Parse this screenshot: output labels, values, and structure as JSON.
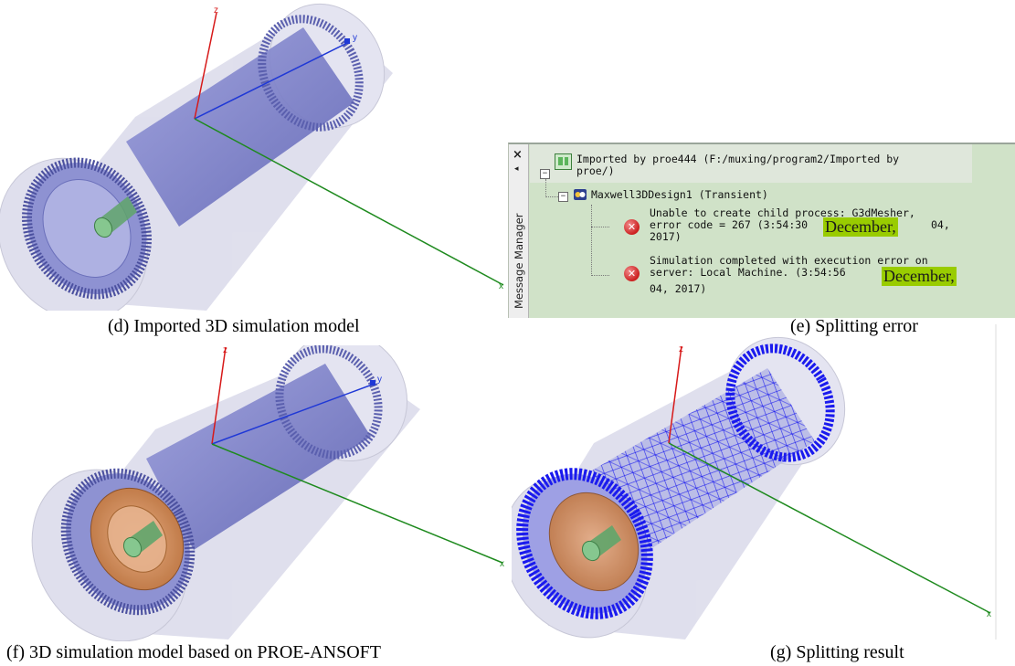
{
  "captions": {
    "d": "(d) Imported 3D simulation model",
    "e": "(e) Splitting error",
    "f": "(f) 3D simulation model based on PROE-ANSOFT",
    "g": "(g) Splitting result"
  },
  "axes": {
    "z": "z",
    "y": "y",
    "x": "x"
  },
  "message_manager": {
    "title": "Message Manager",
    "close": "×",
    "pin": "◂",
    "project_line1": "Imported by proe444 (F:/muxing/program2/Imported by",
    "project_line2": "proe/)",
    "design": "Maxwell3DDesign1 (Transient)",
    "messages": [
      {
        "line1": "Unable to create child process: G3dMesher,",
        "line2_prefix": "error code = 267 (3:54:30",
        "highlight": "December,",
        "line2_suffix": "04,",
        "line3": "2017)"
      },
      {
        "line1": "Simulation completed with execution error on",
        "line2_prefix": "server: Local Machine. (3:54:56",
        "highlight": "December,",
        "line3": "04, 2017)"
      }
    ]
  },
  "colors": {
    "body_fill": "#7b7fc8",
    "outer_shell": "#c8c8e0",
    "z_axis": "#d71919",
    "y_axis": "#1f38d6",
    "x_axis": "#1e8a1e",
    "mesh": "#1a1aee",
    "copper": "#d2823f",
    "message_bg": "#d0e2c8",
    "highlight": "#99cc00"
  }
}
